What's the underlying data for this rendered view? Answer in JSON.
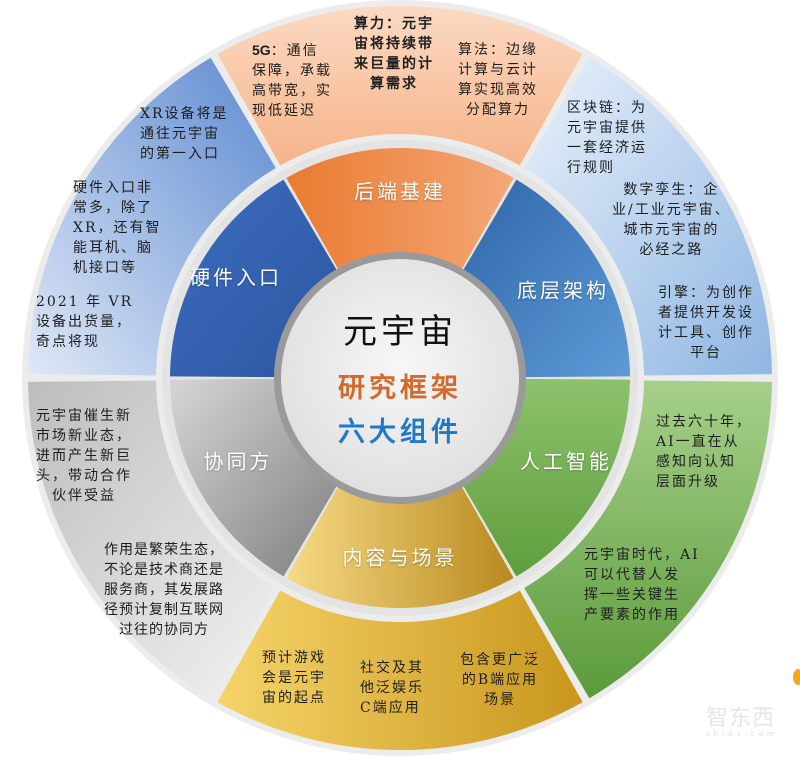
{
  "center": {
    "title": "元宇宙",
    "subtitle_line1": "研究框架",
    "subtitle_line2": "六大组件",
    "colors": {
      "title": "#111111",
      "line1": "#d5692a",
      "line2": "#1f78c8"
    }
  },
  "segments": [
    {
      "id": "backend",
      "label": "后端基建",
      "color": "#ee8a45",
      "notes": [
        {
          "bold": "5G",
          "text": "：通信保障，承载高带宽，实现低延迟"
        },
        {
          "bold": "算力",
          "text": "：元宇宙将持续带来巨量的计算需求"
        },
        {
          "bold": "算法",
          "text": "：边缘计算与云计算实现高效分配算力"
        }
      ]
    },
    {
      "id": "infrastructure",
      "label": "底层架构",
      "color": "#3f7fc6",
      "notes": [
        {
          "bold": "区块链",
          "text": "：为元宇宙提供一套经济运行规则"
        },
        {
          "bold": "数字孪生",
          "text": "：企业/工业元宇宙、城市元宇宙的必经之路"
        },
        {
          "bold": "引擎",
          "text": "：为创作者提供开发设计工具、创作平台"
        }
      ]
    },
    {
      "id": "ai",
      "label": "人工智能",
      "color": "#6aae45",
      "notes": [
        {
          "bold": "",
          "text": "过去六十年，AI一直在从感知向认知层面升级"
        },
        {
          "bold": "",
          "text": "元宇宙时代，AI可以代替人发挥一些关键生产要素的作用"
        }
      ]
    },
    {
      "id": "content",
      "label": "内容与场景",
      "color": "#d9a92e",
      "notes": [
        {
          "bold": "",
          "text": "预计游戏会是元宇宙的起点"
        },
        {
          "bold": "",
          "text": "社交及其他泛娱乐C端应用"
        },
        {
          "bold": "",
          "text": "包含更广泛的B端应用场景"
        }
      ]
    },
    {
      "id": "partners",
      "label": "协同方",
      "color": "#8c8c8c",
      "notes": [
        {
          "bold": "",
          "text": "元宇宙催生新市场新业态，进而产生新巨头，带动合作伙伴受益"
        },
        {
          "bold": "",
          "text": "作用是繁荣生态，不论是技术商还是服务商，其发展路径预计复制互联网过往的协同方"
        }
      ]
    },
    {
      "id": "hardware",
      "label": "硬件入口",
      "color": "#3e6fc0",
      "notes": [
        {
          "bold": "",
          "text": "XR设备将是通往元宇宙的第一入口"
        },
        {
          "bold": "",
          "text": "硬件入口非常多，除了XR，还有智能耳机、脑机接口等"
        },
        {
          "bold": "",
          "text": "2021年VR设备出货量，奇点将现"
        }
      ]
    }
  ],
  "note_lines": {
    "backend_0": [
      "5G",
      "：通信",
      "保障，承载",
      "高带宽，实",
      "现低延迟"
    ],
    "backend_1": [
      "算力：元宇",
      "宙将持续带",
      "来巨量的计",
      "算需求"
    ],
    "backend_2": [
      "算法：边缘",
      "计算与云计",
      "算实现高效",
      "分配算力"
    ],
    "infra_0": [
      "区块链：为",
      "元宇宙提供",
      "一套经济运",
      "行规则"
    ],
    "infra_1": [
      "数字孪生：企",
      "业/工业元宇宙、",
      "城市元宇宙的",
      "必经之路"
    ],
    "infra_2": [
      "引擎：为创作",
      "者提供开发设",
      "计工具、创作",
      "平台"
    ],
    "ai_0": [
      "过去六十年，",
      "AI一直在从",
      "感知向认知",
      "层面升级"
    ],
    "ai_1": [
      "元宇宙时代，AI",
      "可以代替人发",
      "挥一些关键生",
      "产要素的作用"
    ],
    "content_0": [
      "预计游戏",
      "会是元宇",
      "宙的起点"
    ],
    "content_1": [
      "社交及其",
      "他泛娱乐",
      "C端应用"
    ],
    "content_2": [
      "包含更广泛",
      "的B端应用",
      "场景"
    ],
    "partners_0": [
      "元宇宙催生新",
      "市场新业态，",
      "进而产生新巨",
      "头，带动合作",
      "伙伴受益"
    ],
    "partners_1": [
      "作用是繁荣生态，",
      "不论是技术商还是",
      "服务商，其发展路",
      "径预计复制互联网",
      "过往的协同方"
    ],
    "hardware_0": [
      "XR设备将是",
      "通往元宇宙",
      "的第一入口"
    ],
    "hardware_1": [
      "硬件入口非",
      "常多，除了",
      "XR，还有智",
      "能耳机、脑",
      "机接口等"
    ],
    "hardware_2": [
      "2021 年 VR",
      "设备出货量，",
      "奇点将现"
    ]
  },
  "watermark": {
    "text": "智东西",
    "sub": "zhidx.com"
  }
}
